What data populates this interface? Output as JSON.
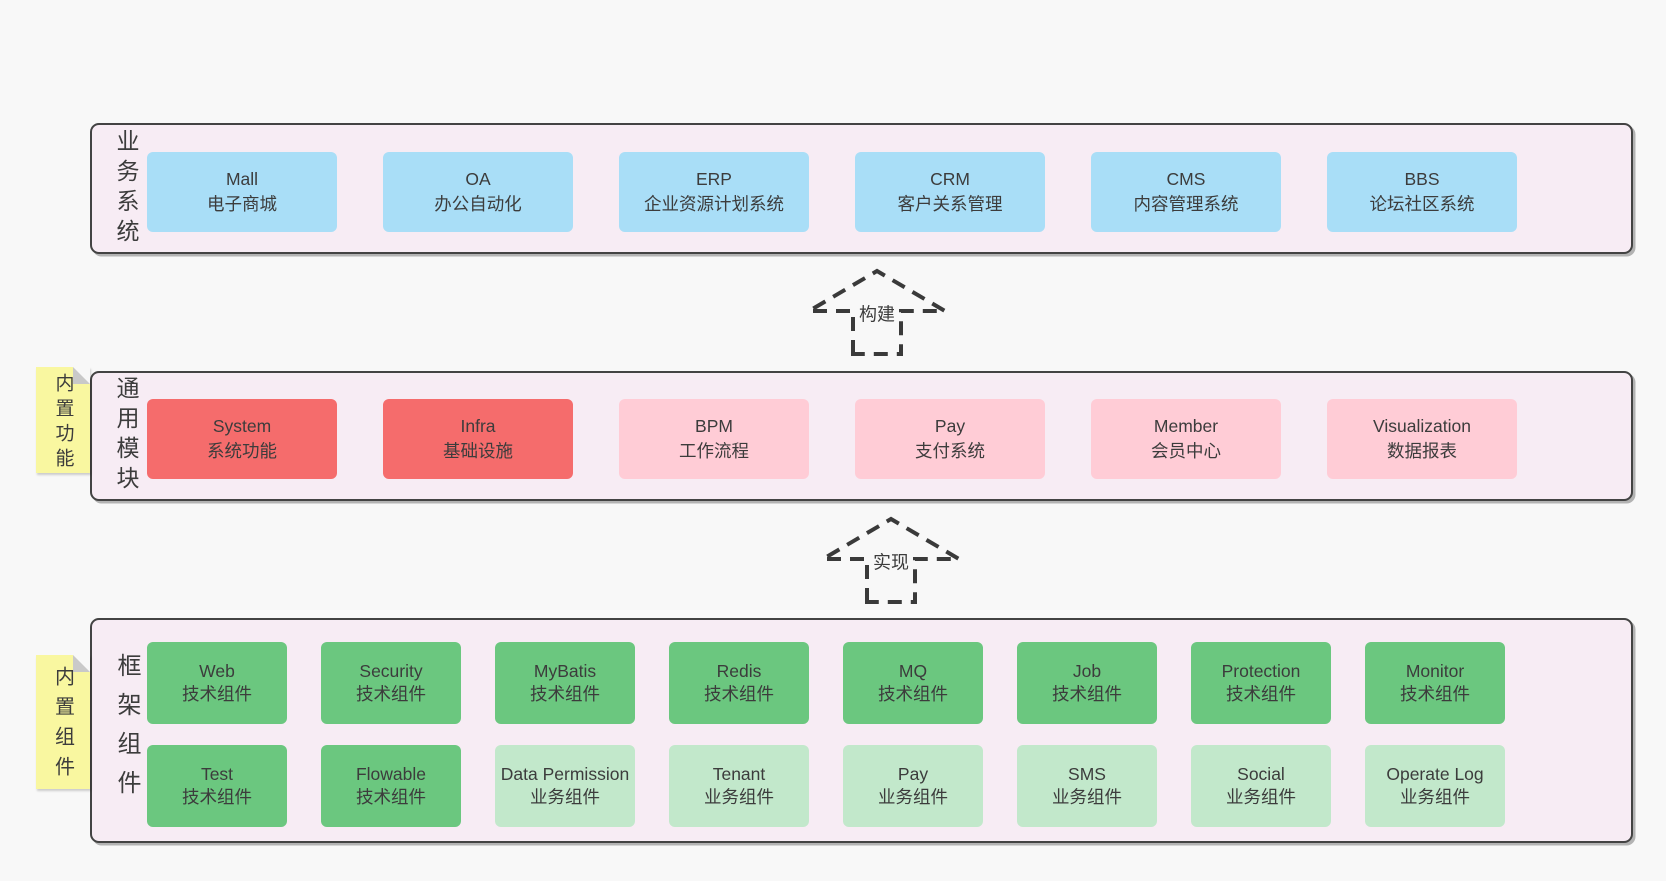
{
  "colors": {
    "page_bg": "#f8f8f8",
    "band_bg": "#f7ecf4",
    "band_border": "#434343",
    "text": "#3c3c3c",
    "blue": "#a9def7",
    "red": "#f56c6c",
    "pink": "#ffccd6",
    "green": "#6bc77f",
    "lightgreen": "#c2e8cb",
    "sticky_bg": "#f9f7a0",
    "sticky_fold": "#c9c9c9",
    "arrow_stroke": "#3a3a3a"
  },
  "arrows": [
    {
      "label": "构建"
    },
    {
      "label": "实现"
    }
  ],
  "bands": [
    {
      "label": "业务系统",
      "boxes": [
        {
          "name": "Mall",
          "desc": "电子商城",
          "type": "blue"
        },
        {
          "name": "OA",
          "desc": "办公自动化",
          "type": "blue"
        },
        {
          "name": "ERP",
          "desc": "企业资源计划系统",
          "type": "blue"
        },
        {
          "name": "CRM",
          "desc": "客户关系管理",
          "type": "blue"
        },
        {
          "name": "CMS",
          "desc": "内容管理系统",
          "type": "blue"
        },
        {
          "name": "BBS",
          "desc": "论坛社区系统",
          "type": "blue"
        }
      ]
    },
    {
      "label": "通用模块",
      "sticky": "内置功能",
      "boxes": [
        {
          "name": "System",
          "desc": "系统功能",
          "type": "red"
        },
        {
          "name": "Infra",
          "desc": "基础设施",
          "type": "red"
        },
        {
          "name": "BPM",
          "desc": "工作流程",
          "type": "pink"
        },
        {
          "name": "Pay",
          "desc": "支付系统",
          "type": "pink"
        },
        {
          "name": "Member",
          "desc": "会员中心",
          "type": "pink"
        },
        {
          "name": "Visualization",
          "desc": "数据报表",
          "type": "pink"
        }
      ]
    },
    {
      "label": "框架组件",
      "sticky": "内置组件",
      "rows": [
        [
          {
            "name": "Web",
            "desc": "技术组件",
            "type": "green"
          },
          {
            "name": "Security",
            "desc": "技术组件",
            "type": "green"
          },
          {
            "name": "MyBatis",
            "desc": "技术组件",
            "type": "green"
          },
          {
            "name": "Redis",
            "desc": "技术组件",
            "type": "green"
          },
          {
            "name": "MQ",
            "desc": "技术组件",
            "type": "green"
          },
          {
            "name": "Job",
            "desc": "技术组件",
            "type": "green"
          },
          {
            "name": "Protection",
            "desc": "技术组件",
            "type": "green"
          },
          {
            "name": "Monitor",
            "desc": "技术组件",
            "type": "green"
          }
        ],
        [
          {
            "name": "Test",
            "desc": "技术组件",
            "type": "green"
          },
          {
            "name": "Flowable",
            "desc": "技术组件",
            "type": "green"
          },
          {
            "name": "Data Permission",
            "desc": "业务组件",
            "type": "lightgreen"
          },
          {
            "name": "Tenant",
            "desc": "业务组件",
            "type": "lightgreen"
          },
          {
            "name": "Pay",
            "desc": "业务组件",
            "type": "lightgreen"
          },
          {
            "name": "SMS",
            "desc": "业务组件",
            "type": "lightgreen"
          },
          {
            "name": "Social",
            "desc": "业务组件",
            "type": "lightgreen"
          },
          {
            "name": "Operate Log",
            "desc": "业务组件",
            "type": "lightgreen"
          }
        ]
      ]
    }
  ]
}
